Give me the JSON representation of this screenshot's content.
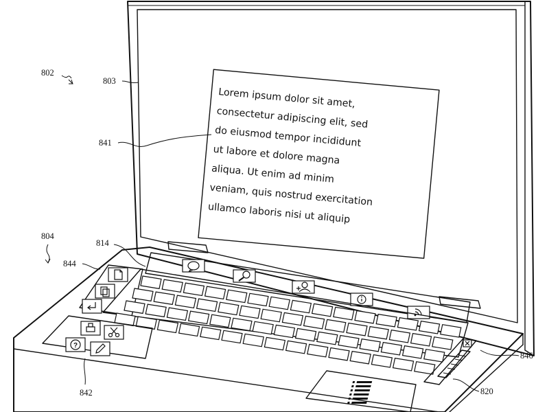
{
  "figure": {
    "screen_text_lines": [
      "Lorem ipsum dolor sit amet,",
      "consectetur adipiscing elit, sed",
      "do eiusmod tempor incididunt",
      "ut labore et dolore magna",
      "aliqua. Ut enim ad minim",
      "veniam, quis nostrud exercitation",
      "ullamco laboris nisi ut aliquip"
    ],
    "refs": {
      "r802": "802",
      "r803": "803",
      "r804": "804",
      "r814": "814",
      "r820": "820",
      "r841": "841",
      "r842": "842",
      "r844": "844",
      "r846": "846"
    },
    "icons": {
      "touch_bar": [
        "speech-bubble-icon",
        "magnifier-icon",
        "add-person-icon",
        "info-icon",
        "wifi-broadcast-icon"
      ],
      "left_strip_844": [
        "document-icon",
        "copy-icon",
        "return-icon"
      ],
      "left_panel_842": [
        "printer-icon",
        "cut-icon",
        "help-icon",
        "edit-icon"
      ],
      "touchpad": [
        "list-icon"
      ],
      "right_strip_846": [
        "close-icon",
        "slider-icon"
      ]
    }
  }
}
